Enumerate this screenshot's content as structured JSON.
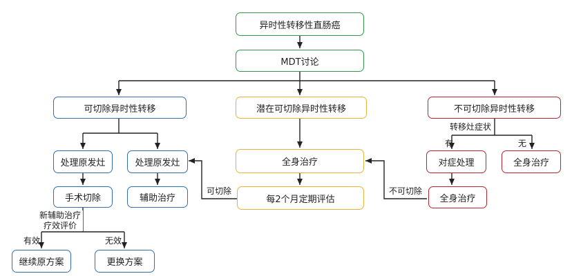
{
  "colors": {
    "green": "#2e9a48",
    "blue": "#2f6fae",
    "orange": "#e8b33a",
    "red": "#b3262f",
    "arrow": "#222222"
  },
  "nodes": {
    "root": "异时性转移性直肠癌",
    "mdt": "MDT讨论",
    "resectable": "可切除异时性转移",
    "potentially_resectable": "潜在可切除异时性转移",
    "unresectable": "不可切除异时性转移",
    "left_primary_1": "处理原发灶",
    "left_primary_2": "处理原发灶",
    "surgery": "手术切除",
    "adjuvant": "辅助治疗",
    "continue_plan": "继续原方案",
    "change_plan": "更换方案",
    "middle_systemic": "全身治疗",
    "assessment": "每2个月定期评估",
    "symptomatic": "对症处理",
    "right_systemic_top": "全身治疗",
    "right_systemic_bottom": "全身治疗"
  },
  "labels": {
    "neoadjuvant_eval_1": "新辅助治疗",
    "neoadjuvant_eval_2": "疗效评价",
    "effective": "有效",
    "ineffective": "无效",
    "resectable_back": "可切除",
    "unresectable_back": "不可切除",
    "metastatic_symptoms": "转移灶症状",
    "has": "有",
    "none": "无"
  }
}
